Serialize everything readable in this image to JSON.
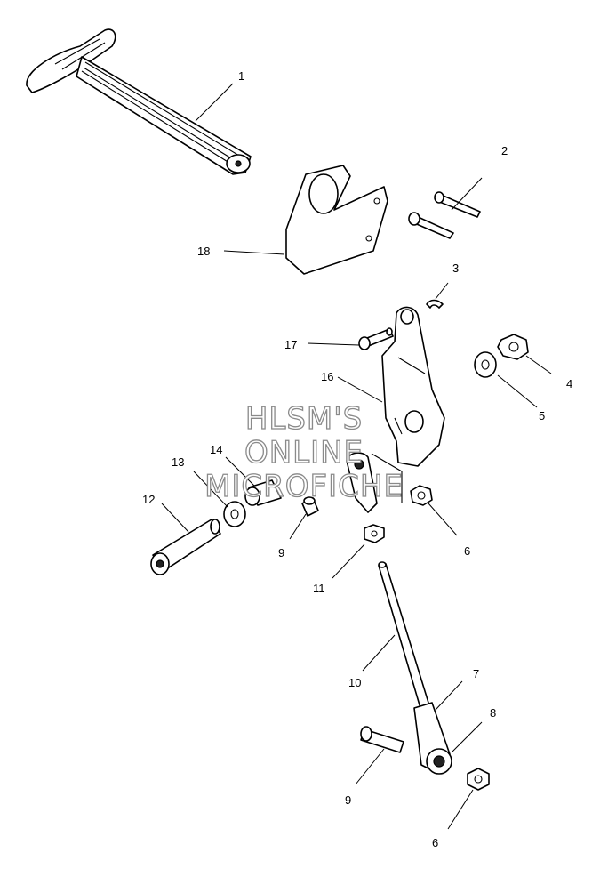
{
  "callouts": {
    "c1": "1",
    "c2": "2",
    "c3": "3",
    "c4": "4",
    "c5": "5",
    "c6a": "6",
    "c6b": "6",
    "c7": "7",
    "c8": "8",
    "c9a": "9",
    "c9b": "9",
    "c10": "10",
    "c11": "11",
    "c12": "12",
    "c13": "13",
    "c14": "14",
    "c16": "16",
    "c17": "17",
    "c18": "18"
  },
  "watermark": {
    "line1": "HLSM'S",
    "line2": "ONLINE",
    "line3": "MICROFICHE"
  }
}
